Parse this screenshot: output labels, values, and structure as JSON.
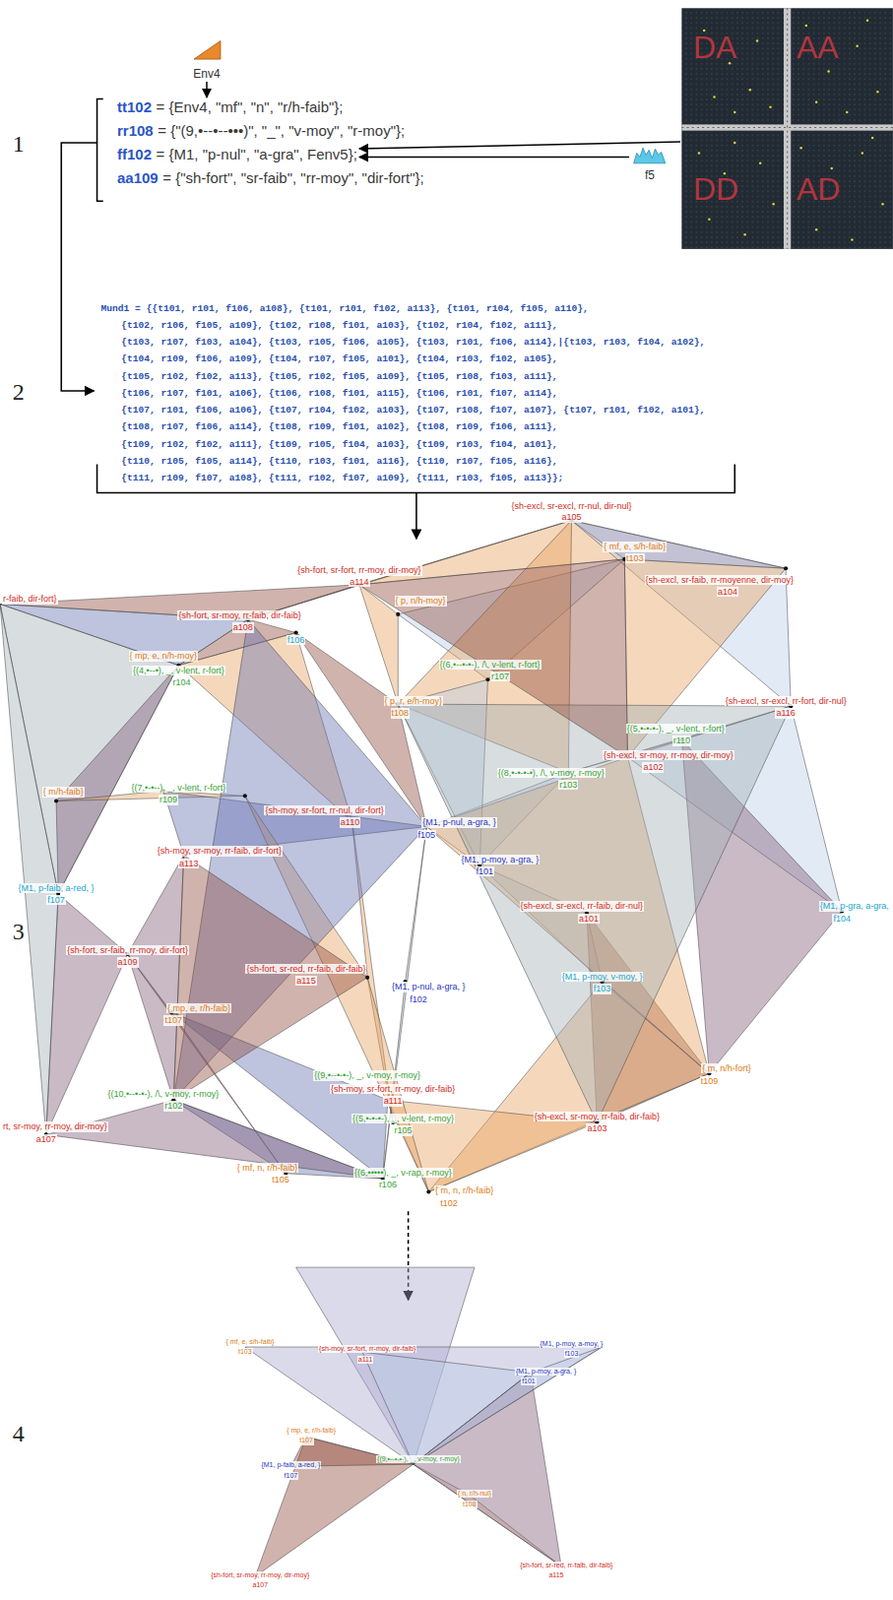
{
  "diagram": {
    "nodes": [
      {
        "text": [
          "Env4"
        ]
      },
      {
        "text": [
          "tt102",
          "= {Env4, \"mf\", \"n\", \"r/h-faib\"};"
        ]
      },
      {
        "text": [
          "rr108",
          "= {\"(9,•--•--•••)\", \"_\", \"v-moy\", \"r-moy\"};"
        ]
      },
      {
        "text": [
          "ff102",
          "= {M1, \"p-nul\", \"a-gra\", Fenv5};"
        ]
      },
      {
        "text": [
          "aa109",
          "= {\"sh-fort\", \"sr-faib\", \"rr-moy\", \"dir-fort\"};"
        ]
      },
      {
        "text": [
          "DA",
          "AA",
          "DD",
          "AD"
        ]
      },
      {
        "text": [
          "f5"
        ]
      }
    ],
    "edges": [
      {
        "from": 0,
        "to": 1,
        "arrow": "to"
      },
      {
        "from": 5,
        "to": 3,
        "arrow": "to"
      },
      {
        "from": 6,
        "to": 3,
        "arrow": "to"
      }
    ],
    "labels": [
      "1",
      "2",
      "3",
      "4",
      "Mund1 = {{t101, r101, f106, a108}, {t101, r101, f102, a113}, {t101, r104, f105, a110},",
      "{t102, r106, f105, a109}, {t102, r108, f101, a103}, {t102, r104, f102, a111},",
      "{t103, r107, f103, a104}, {t103, r105, f106, a105}, {t103, r101, f106, a114},|{t103, r103, f104, a102},",
      "{t104, r109, f106, a109}, {t104, r107, f105, a101}, {t104, r103, f102, a105},",
      "{t105, r102, f102, a113}, {t105, r102, f105, a109}, {t105, r108, f103, a111},",
      "{t106, r107, f101, a106}, {t106, r108, f101, a115}, {t106, r101, f107, a114},",
      "{t107, r101, f106, a106}, {t107, r104, f102, a103}, {t107, r108, f107, a107}, {t107, r101, f102, a101},",
      "{t108, r107, f106, a114}, {t108, r109, f101, a102}, {t108, r109, f106, a111},",
      "{t109, r102, f102, a111}, {t109, r105, f104, a103}, {t109, r103, f104, a101},",
      "{t110, r105, f105, a114}, {t110, r103, f101, a116}, {t110, r107, f105, a116},",
      "{t111, r109, f107, a108}, {t111, r102, f107, a109}, {t111, r103, f105, a113}};",
      "{sh-excl, sr-excl, rr-nul, dir-nul}",
      "a105",
      "{sh-fort, sr-fort, rr-moy, dir-moy}",
      "a114",
      "{ mf, e, s/h-faib}",
      "t103",
      "{sh-excl, sr-faib, rr-moyenne, dir-moy}",
      "a104",
      "r-faib, dir-fort}",
      "{sh-fort, sr-moy, rr-faib, dir-faib}",
      "a108",
      "f106",
      "{ p, n/h-moy}",
      "{ mp, e, n/h-moy}",
      "{(4,•--•), _, v-lent, r-fort}",
      "r104",
      "{(6,•--•-•-), /\\, v-lent, r-fort}",
      "r107",
      "{ p, r, e/h-moy}",
      "t108",
      "{sh-excl, sr-excl, rr-fort, dir-nul}",
      "a116",
      "{(5,•-•-•-), _, v-lent, r-fort}",
      "r110",
      "{sh-excl, sr-moy, rr-moy, dir-moy}",
      "a102",
      "{(8,•-•-•-•), /\\, v-moy, r-moy}",
      "r103",
      "{ m/h-faib}",
      "{(7,•-•--), _, v-lent, r-fort}",
      "r109",
      "{sh-moy, sr-fort, rr-nul, dir-fort}",
      "a110",
      "{M1, p-nul, a-gra, }",
      "f105",
      "{sh-moy, sr-moy, rr-faib, dir-fort}",
      "a113",
      "{M1, p-moy, a-gra, }",
      "f101",
      "{M1, p-faib, a-red, }",
      "f107",
      "{sh-excl, sr-excl, rr-faib, dir-nul}",
      "a101",
      "{M1, p-gra, a-gra,",
      "f104",
      "{sh-fort, sr-faib, rr-moy, dir-fort}",
      "a109",
      "{sh-fort, sr-red, rr-faib, dir-faib}",
      "a115",
      "{M1, p-nul, a-gra, }",
      "f102",
      "{M1, p-moy, v-moy, }",
      "f103",
      "{ mp, e, r/h-faib}",
      "t107",
      "{ m, n/h-fort}",
      "t109",
      "{(9,•--•-•-), _, v-moy, r-moy}",
      "{sh-moy, sr-fort, rr-moy, dir-faib}",
      "a111",
      "{(10,•--•-•-), /\\, v-moy, r-moy}",
      "r102",
      "{sh-excl, sr-moy, rr-faib, dir-faib}",
      "a103",
      "rt, sr-moy, rr-moy, dir-moy}",
      "a107",
      "{(5,•-•-•-), _, v-lent, r-moy}",
      "r105",
      "{ mf, n, r/h-faib}",
      "t105",
      "{(6,•••••), _, v-rap, r-moy}",
      "r106",
      "{ m, n, r/h-faib}",
      "t102",
      "{ mf, e, s/h-faib}",
      "t103",
      "{sh-moy, sr-fort, rr-moy, dir-faib}",
      "a111",
      "{M1, p-moy, a-moy, }",
      "f103",
      "{M1, p-moy, a-gra, }",
      "f101",
      "{ mp, e, r/h-faib}",
      "t107",
      "{M1, p-faib, a-red, }",
      "f107",
      "{(9,•--•-•-), _, v-moy, r-moy}",
      "{ n, r/h-nul}",
      "t108",
      "{sh-fort, sr-moy, rr-moy, dir-moy}",
      "a107",
      "{sh-fort, sr-red, rr-faib, dir-faib}",
      "a115"
    ]
  }
}
